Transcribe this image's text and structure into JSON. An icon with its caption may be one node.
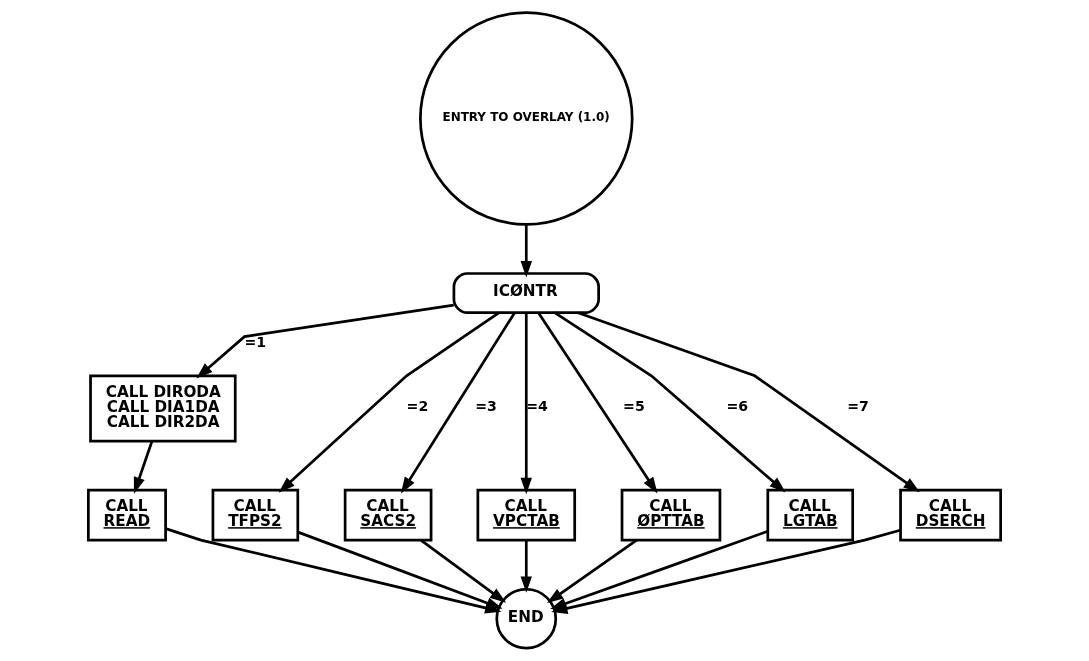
{
  "diagram": {
    "nodes": [
      {
        "text": [
          "ENTRY TO OVERLAY (1.0)"
        ]
      },
      {
        "text": [
          "ICØNTR"
        ]
      },
      {
        "text": [
          "CALL DIRODA",
          "CALL DIA1DA",
          "CALL DIR2DA"
        ]
      },
      {
        "text": [
          "CALL",
          "READ"
        ]
      },
      {
        "text": [
          "CALL",
          "TFPS2"
        ]
      },
      {
        "text": [
          "CALL",
          "SACS2"
        ]
      },
      {
        "text": [
          "CALL",
          "VPCTAB"
        ]
      },
      {
        "text": [
          "CALL",
          "ØPTTAB"
        ]
      },
      {
        "text": [
          "CALL",
          "LGTAB"
        ]
      },
      {
        "text": [
          "CALL",
          "DSERCH"
        ]
      },
      {
        "text": [
          "END"
        ]
      }
    ],
    "edges": [
      {
        "from": 0,
        "to": 1,
        "arrow": "to"
      },
      {
        "from": 1,
        "to": 2,
        "arrow": "to",
        "label": "=1"
      },
      {
        "from": 1,
        "to": 4,
        "arrow": "to",
        "label": "=2"
      },
      {
        "from": 1,
        "to": 5,
        "arrow": "to",
        "label": "=3"
      },
      {
        "from": 1,
        "to": 6,
        "arrow": "to",
        "label": "=4"
      },
      {
        "from": 1,
        "to": 7,
        "arrow": "to",
        "label": "=5"
      },
      {
        "from": 1,
        "to": 8,
        "arrow": "to",
        "label": "=6"
      },
      {
        "from": 1,
        "to": 9,
        "arrow": "to",
        "label": "=7"
      },
      {
        "from": 2,
        "to": 3,
        "arrow": "to"
      },
      {
        "from": 3,
        "to": 10,
        "arrow": "to"
      },
      {
        "from": 4,
        "to": 10,
        "arrow": "to"
      },
      {
        "from": 5,
        "to": 10,
        "arrow": "to"
      },
      {
        "from": 6,
        "to": 10,
        "arrow": "to"
      },
      {
        "from": 7,
        "to": 10,
        "arrow": "to"
      },
      {
        "from": 8,
        "to": 10,
        "arrow": "to"
      },
      {
        "from": 9,
        "to": 10,
        "arrow": "to"
      }
    ]
  }
}
